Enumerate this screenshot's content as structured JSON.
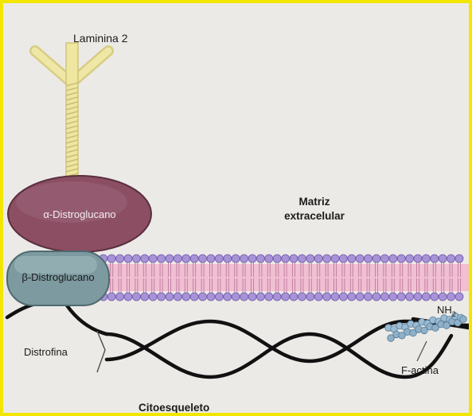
{
  "labels": {
    "laminin": "Laminina 2",
    "alpha_dg": "α-Distroglucano",
    "beta_dg": "β-Distroglucano",
    "matrix_line1": "Matriz",
    "matrix_line2": "extracelular",
    "nh2": "NH",
    "nh2_sub": "2",
    "dystrophin": "Distrofina",
    "factin": "F-actina",
    "cytoskeleton": "Citoesqueleto"
  },
  "colors": {
    "border": "#f2e600",
    "laminin": "#ece39a",
    "alpha_dg": "#8b4e63",
    "beta_dg": "#7d9aa0",
    "lipid_head": "#a58fd6",
    "lipid_tail": "#e6a8c2",
    "actin_bead": "#8fb3cf",
    "strand": "#111111"
  }
}
